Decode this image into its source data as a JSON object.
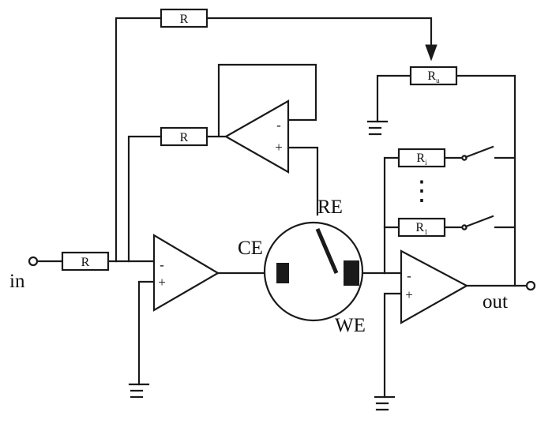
{
  "labels": {
    "input": "in",
    "output": "out",
    "counter_electrode": "CE",
    "reference_electrode": "RE",
    "working_electrode": "WE"
  },
  "resistors": {
    "input": "R",
    "feedback_top": "R",
    "follower_input": "R",
    "potentiometer": "R",
    "potentiometer_sub": "u",
    "range_1": "R",
    "range_1_sub": "i",
    "range_2": "R",
    "range_2_sub": "1"
  },
  "opamp_signs": {
    "minus": "-",
    "plus": "+"
  },
  "ellipsis": "⋮",
  "colors": {
    "line": "#1a1a1a",
    "background": "#ffffff"
  }
}
